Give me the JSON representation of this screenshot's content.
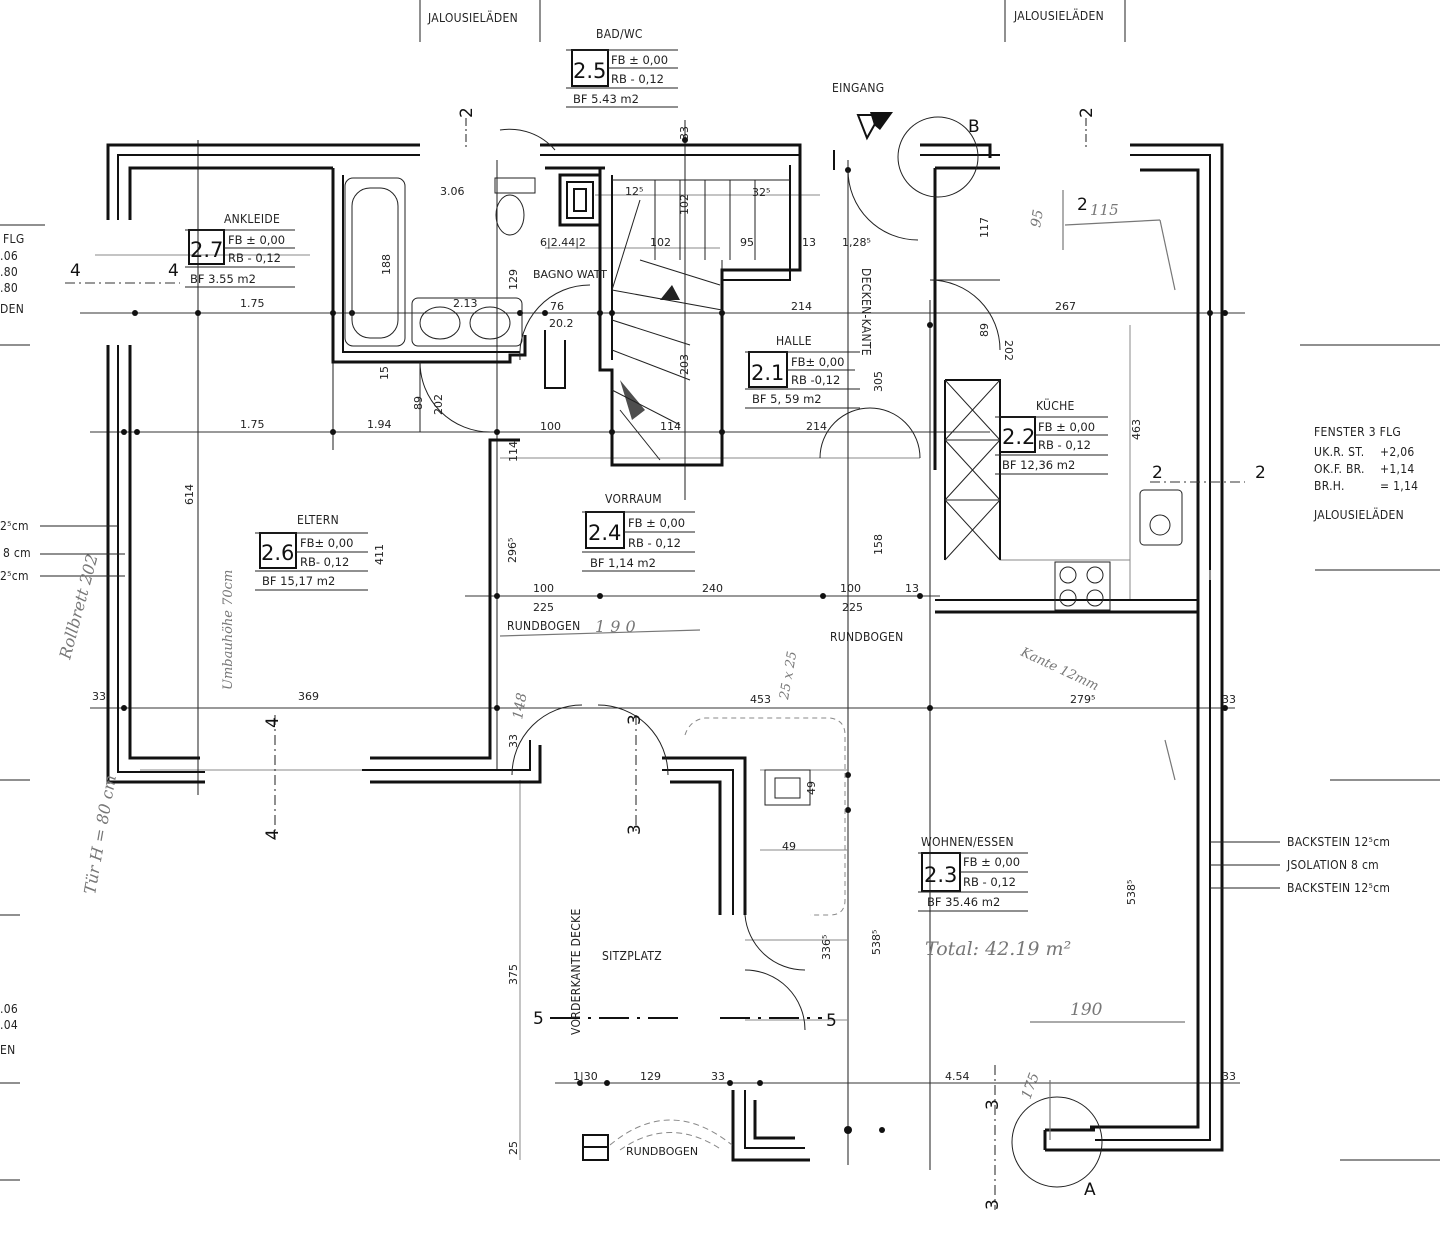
{
  "plan": {
    "entrance_label": "EINGANG",
    "detail_markers": {
      "b": "B",
      "a": "A"
    },
    "top_notes": [
      {
        "id": "left",
        "text": "JALOUSIELÄDEN"
      },
      {
        "id": "right",
        "text": "JALOUSIELÄDEN"
      }
    ],
    "rooms": [
      {
        "id": "halle",
        "name": "HALLE",
        "number": "2.1",
        "fb": "FB± 0,00",
        "rb": "RB -0,12",
        "bf": "BF  5, 59  m2"
      },
      {
        "id": "kueche",
        "name": "KÜCHE",
        "number": "2.2",
        "fb": "FB ± 0,00",
        "rb": "RB - 0,12",
        "bf": "BF  12,36  m2"
      },
      {
        "id": "wohnen",
        "name": "WOHNEN/ESSEN",
        "number": "2.3",
        "fb": "FB ± 0,00",
        "rb": "RB - 0,12",
        "bf": "BF  35.46 m2"
      },
      {
        "id": "vorraum",
        "name": "VORRAUM",
        "number": "2.4",
        "fb": "FB ± 0,00",
        "rb": "RB - 0,12",
        "bf": "BF  1,14  m2"
      },
      {
        "id": "bad",
        "name": "BAD/WC",
        "number": "2.5",
        "fb": "FB ± 0,00",
        "rb": "RB - 0,12",
        "bf": "BF  5.43  m2"
      },
      {
        "id": "eltern",
        "name": "ELTERN",
        "number": "2.6",
        "fb": "FB± 0,00",
        "rb": "RB- 0,12",
        "bf": "BF  15,17  m2"
      },
      {
        "id": "ankleide",
        "name": "ANKLEIDE",
        "number": "2.7",
        "fb": "FB ± 0,00",
        "rb": "RB - 0,12",
        "bf": "BF  3.55  m2"
      }
    ],
    "area_labels": {
      "sitzplatz": "SITZPLATZ",
      "vorderkante": "VORDERKANTE  DECKE",
      "deckenkante": "DECKEN-KANTE",
      "bagno_watt": "BAGNO WATT",
      "rundbogen_1": "RUNDBOGEN",
      "rundbogen_2": "RUNDBOGEN",
      "rundbogen_3": "RUNDBOGEN"
    },
    "window_note": {
      "title": "FENSTER   3 FLG",
      "rows": [
        {
          "k": "UK.R. ST.",
          "v": "+2,06"
        },
        {
          "k": "OK.F. BR.",
          "v": "+1,14"
        },
        {
          "k": "BR.H.",
          "v": "= 1,14"
        }
      ],
      "footer": "JALOUSIELÄDEN"
    },
    "left_cut_note": {
      "lines": [
        "FLG",
        ".06",
        ".80",
        ".80",
        "DEN"
      ]
    },
    "left_cut_note_bottom": {
      "lines": [
        ".06",
        ".04",
        "EN"
      ]
    },
    "wall_layers_right": [
      {
        "text": "BACKSTEIN  12⁵cm"
      },
      {
        "text": "JSOLATION  8 cm"
      },
      {
        "text": "BACKSTEIN  12⁵cm"
      }
    ],
    "wall_layers_left": [
      {
        "text": "2⁵cm"
      },
      {
        "text": "8  cm"
      },
      {
        "text": "2⁵cm"
      }
    ],
    "section_marks": {
      "s2_top_left": "2",
      "s2_top_right": "2",
      "s2_right": "2",
      "s2_right_end": "2",
      "s4_left_a": "4",
      "s4_left_b": "4",
      "s4_bottom_a": "4",
      "s4_bottom_b": "4",
      "s3_a": "3",
      "s3_b": "3",
      "s3_c": "3",
      "s3_d": "3",
      "s5_left": "5",
      "s5_right": "5"
    },
    "dimensions": {
      "d306": "3.06",
      "d325": "32⁵",
      "d33a": "33",
      "d125a": "12⁵",
      "d102a": "102",
      "d102b": "102",
      "d95": "95",
      "d13a": "13",
      "d128": "1,28⁵",
      "d117": "117",
      "d188": "188",
      "d129": "129",
      "d175a": "1.75",
      "d213": "2.13",
      "d76": "76",
      "d202a": "20.2",
      "d214a": "214",
      "d267": "267",
      "d89a": "89",
      "d202b": "202",
      "d305": "305",
      "d463": "463",
      "d203": "203",
      "d175b": "1.75",
      "d194": "1.94",
      "d100a": "100",
      "d114a": "114",
      "d214b": "214",
      "d614": "614",
      "d411": "411",
      "d2965": "296⁵",
      "d100b": "100",
      "d225a": "225",
      "d240": "240",
      "d100c": "100",
      "d225b": "225",
      "d13b": "13",
      "d158": "158",
      "d369": "369",
      "d453": "453",
      "d2795": "279⁵",
      "d33b": "33",
      "d33c": "33",
      "d49a": "49",
      "d49b": "49",
      "d3365": "336⁵",
      "d5385a": "538⁵",
      "d5385b": "538⁵",
      "d375": "375",
      "d130": "1|30",
      "d129b": "129",
      "d33d": "33",
      "d454": "4.54",
      "d33e": "33",
      "d25": "25",
      "d2944": "6|2.44|2",
      "d89b": "89",
      "d202c": "202",
      "d15": "15",
      "d114b": "114",
      "d33f": "33"
    },
    "handwritten": {
      "total": "Total: 42.19 m²",
      "d190a": "190",
      "d190b": "1 9 0",
      "d175": "175",
      "d115": "115",
      "d95": "95",
      "d25x25": "25 x 25",
      "d148": "148",
      "kante": "Kante 12mm",
      "umbauhoehe": "Umbauhöhe 70cm",
      "rollbrett": "Rollbrett 202",
      "tuer": "Tür H = 80 cm"
    }
  }
}
